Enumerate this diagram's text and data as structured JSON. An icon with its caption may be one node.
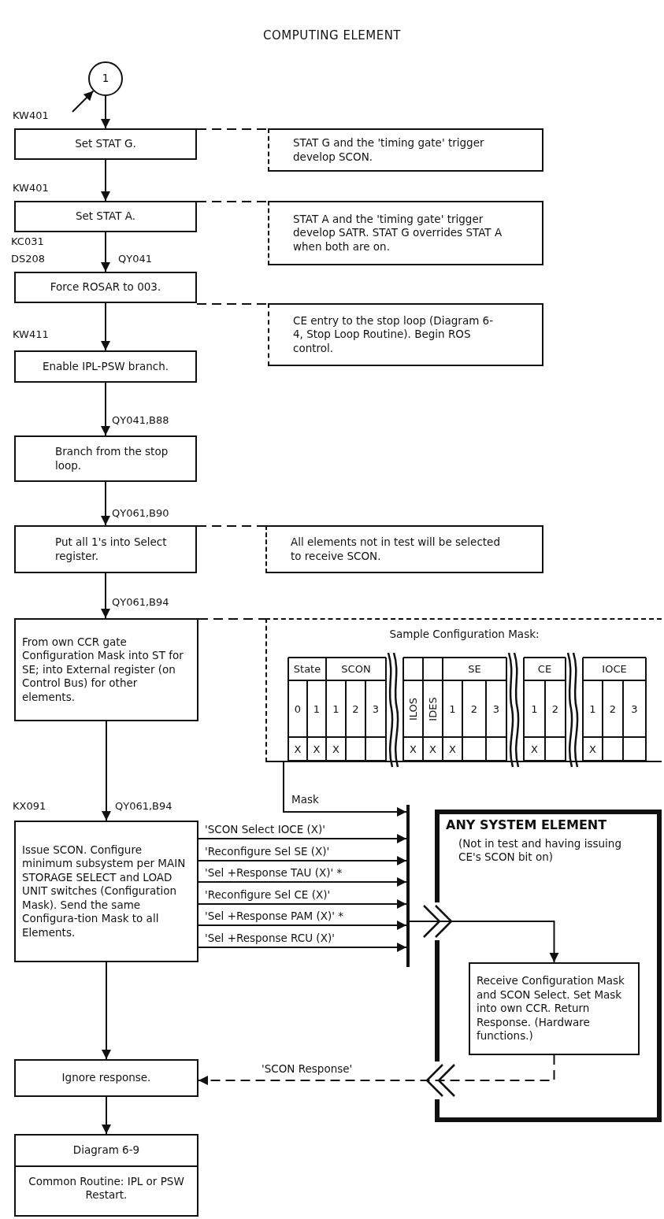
{
  "diagram": {
    "title": "COMPUTING ELEMENT",
    "nodes": [
      {
        "text": [
          "1"
        ]
      },
      {
        "text": [
          "Set STAT G."
        ]
      },
      {
        "text": [
          "STAT G and the 'timing gate' trigger develop SCON."
        ]
      },
      {
        "text": [
          "Set STAT A."
        ]
      },
      {
        "text": [
          "STAT A and the 'timing gate' trigger develop SATR.  STAT G overrides STAT A when both are on."
        ]
      },
      {
        "text": [
          "Force ROSAR to 003."
        ]
      },
      {
        "text": [
          "CE entry to the stop loop (Diagram 6-4, Stop Loop Routine). Begin ROS control."
        ]
      },
      {
        "text": [
          "Enable IPL-PSW branch."
        ]
      },
      {
        "text": [
          "Branch from the stop loop."
        ]
      },
      {
        "text": [
          "Put all 1's into Select register."
        ]
      },
      {
        "text": [
          "All elements not in test will be selected to receive SCON."
        ]
      },
      {
        "text": [
          "From own CCR gate Configuration Mask into ST for SE; into External register (on Control Bus) for other elements."
        ]
      },
      {
        "text": [
          "Sample Configuration Mask:"
        ]
      },
      {
        "text": [
          "Issue SCON. Configure minimum subsystem per MAIN STORAGE SELECT and LOAD UNIT switches (Configuration Mask). Send the same Configura-tion Mask to all Elements."
        ]
      },
      {
        "text": [],
        "shape": "bar"
      },
      {
        "text": [
          "ANY SYSTEM ELEMENT",
          "(Not in test and having issuing CE's SCON bit on)"
        ]
      },
      {
        "text": [
          "Receive Configuration Mask and SCON Select. Set Mask into own CCR. Return Response. (Hardware functions.)"
        ],
        "in": 15
      },
      {
        "text": [
          "Ignore response."
        ]
      },
      {
        "text": [
          "Diagram 6-9",
          "Common Routine: IPL or PSW Restart."
        ]
      }
    ],
    "edges": [
      {
        "from": null,
        "to": 0,
        "arrow": "to"
      },
      {
        "from": 0,
        "to": 1,
        "arrow": "to"
      },
      {
        "from": 1,
        "to": 3,
        "arrow": "to"
      },
      {
        "from": 3,
        "to": 5,
        "arrow": "to"
      },
      {
        "from": 5,
        "to": 7,
        "arrow": "to"
      },
      {
        "from": 7,
        "to": 8,
        "arrow": "to"
      },
      {
        "from": 8,
        "to": 9,
        "arrow": "to"
      },
      {
        "from": 9,
        "to": 11,
        "arrow": "to"
      },
      {
        "from": 11,
        "to": 13,
        "arrow": "to"
      },
      {
        "from": 13,
        "to": 17,
        "arrow": "to"
      },
      {
        "from": 17,
        "to": 18,
        "arrow": "to"
      },
      {
        "from": 13,
        "to": 14,
        "arrow": "to",
        "label": "'SCON Select IOCE (X)'"
      },
      {
        "from": 13,
        "to": 14,
        "arrow": "to",
        "label": "'Reconfigure Sel SE (X)'"
      },
      {
        "from": 13,
        "to": 14,
        "arrow": "to",
        "label": "'Sel +Response TAU (X)' *"
      },
      {
        "from": 13,
        "to": 14,
        "arrow": "to",
        "label": "'Reconfigure Sel CE (X)'"
      },
      {
        "from": 13,
        "to": 14,
        "arrow": "to",
        "label": "'Sel +Response PAM (X)' *"
      },
      {
        "from": 13,
        "to": 14,
        "arrow": "to",
        "label": "'Sel +Response RCU (X)'"
      },
      {
        "from": 12,
        "to": 14,
        "arrow": "to",
        "label": "Mask"
      },
      {
        "from": 14,
        "to": 16,
        "arrow": "to"
      },
      {
        "from": 16,
        "to": 17,
        "arrow": "to",
        "label": "'SCON Response'",
        "style": "dashed"
      },
      {
        "from": 1,
        "to": 2,
        "arrow": "none",
        "style": "dashed"
      },
      {
        "from": 3,
        "to": 4,
        "arrow": "none",
        "style": "dashed"
      },
      {
        "from": 5,
        "to": 6,
        "arrow": "none",
        "style": "dashed"
      },
      {
        "from": 9,
        "to": 10,
        "arrow": "none",
        "style": "dashed"
      },
      {
        "from": 11,
        "to": 12,
        "arrow": "none",
        "style": "dashed"
      }
    ],
    "labels": [
      "KW401",
      "KW401",
      "KC031",
      "DS208",
      "QY041",
      "KW411",
      "QY041,B88",
      "QY061,B90",
      "QY061,B94",
      "State",
      "SCON",
      "SE",
      "CE",
      "IOCE",
      "0",
      "1",
      "1",
      "2",
      "3",
      "ILOS",
      "IDES",
      "1",
      "2",
      "3",
      "1",
      "2",
      "1",
      "2",
      "3",
      "X",
      "X",
      "X",
      "X",
      "X",
      "X",
      "X",
      "X",
      "KX091",
      "QY061,B94"
    ]
  }
}
